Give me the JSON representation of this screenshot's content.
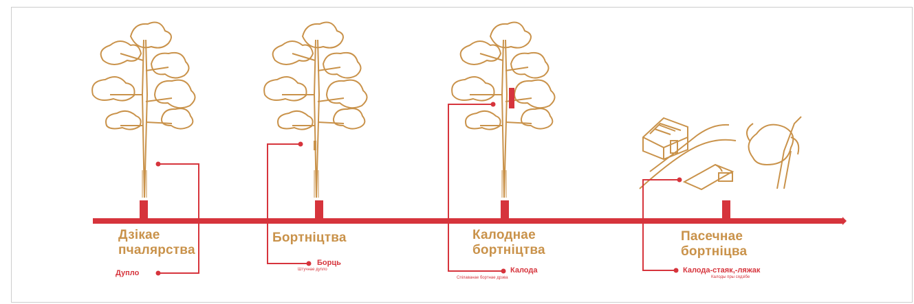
{
  "colors": {
    "timeline": "#d6343c",
    "tree": "#c9924a",
    "connector": "#d6343c",
    "title": "#c9924a"
  },
  "stages": [
    {
      "title": "Дзікае пчалярства",
      "title_lines": [
        "Дзікае",
        "пчалярства"
      ],
      "item": "Дупло",
      "note": ""
    },
    {
      "title": "Бортніцтва",
      "title_lines": [
        "Бортніцтва"
      ],
      "item": "Борць",
      "note": "Штучнае дупло"
    },
    {
      "title": "Калоднае бортніцтва",
      "title_lines": [
        "Калоднае",
        "бортніцтва"
      ],
      "item": "Калода",
      "note": "Спілаванае бортнае дрэва"
    },
    {
      "title": "Пасечнае бортніцва",
      "title_lines": [
        "Пасечнае",
        "бортніцва"
      ],
      "item": "Калода-стаяк,-ляжак",
      "note": "Калоды пры сядзібе"
    }
  ]
}
